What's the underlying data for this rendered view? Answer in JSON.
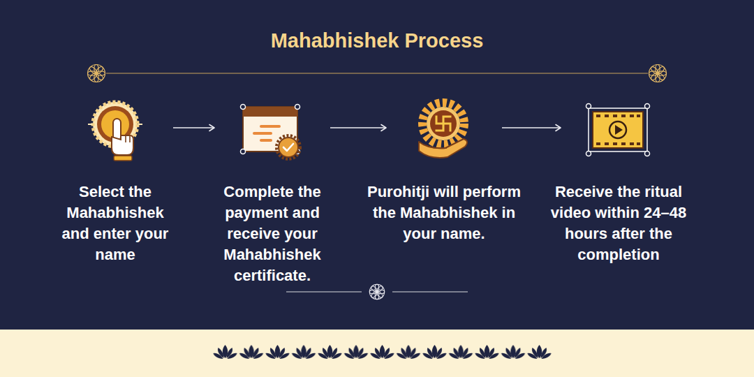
{
  "diagram": {
    "title": "Mahabhishek Process",
    "nodes": [
      {
        "text": [
          "Select the Mahabhishek and enter your name"
        ]
      },
      {
        "text": [
          "Complete the payment and receive your Mahabhishek certificate."
        ]
      },
      {
        "text": [
          "Purohitji will perform the Mahabhishek in your name."
        ]
      },
      {
        "text": [
          "Receive the ritual video within 24–48 hours after the completion"
        ]
      }
    ],
    "edges": [
      {
        "from": 0,
        "to": 1,
        "arrow": "to"
      },
      {
        "from": 1,
        "to": 2,
        "arrow": "to"
      },
      {
        "from": 2,
        "to": 3,
        "arrow": "to"
      }
    ]
  }
}
